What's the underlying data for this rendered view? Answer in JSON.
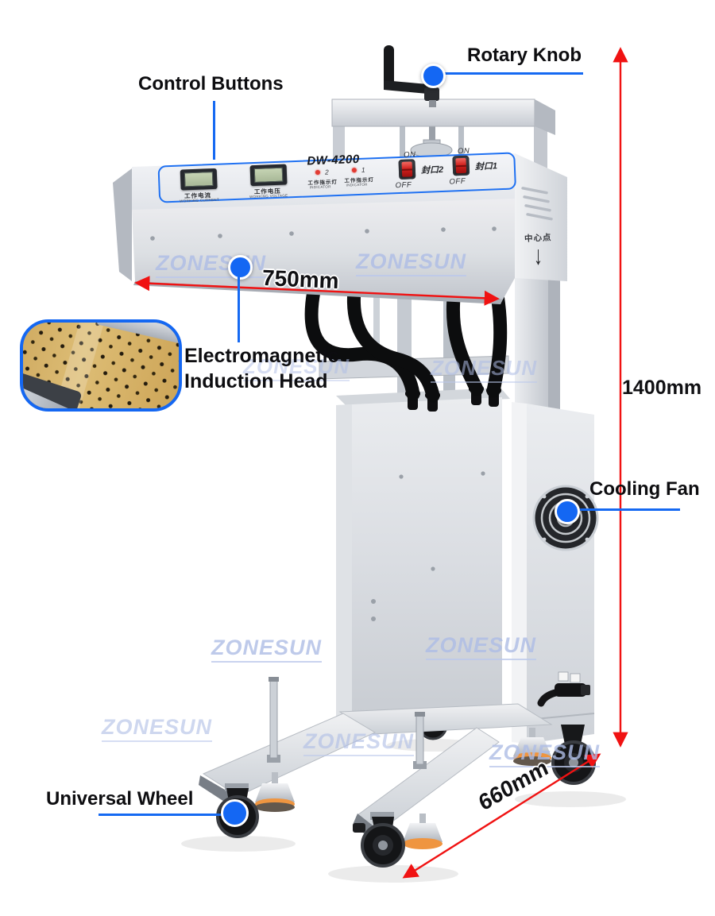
{
  "product": {
    "model": "DW-4200",
    "watermark": "ZONESUN"
  },
  "callouts": {
    "rotary_knob": "Rotary Knob",
    "control_buttons": "Control Buttons",
    "induction_head_line1": "Electromagnetic",
    "induction_head_line2": "Induction Head",
    "cooling_fan": "Cooling Fan",
    "universal_wheel": "Universal Wheel"
  },
  "dimensions": {
    "width": "750mm",
    "height": "1400mm",
    "depth": "660mm"
  },
  "panel": {
    "model": "DW-4200",
    "lcd_current": {
      "cn": "工作电流",
      "en": "WORKING CURRENT"
    },
    "lcd_voltage": {
      "cn": "工作电压",
      "en": "WORKING VOLTAGE"
    },
    "indicator_2": {
      "num": "2",
      "cn": "工作指示灯",
      "en": "INDICATOR"
    },
    "indicator_1": {
      "num": "1",
      "cn": "工作指示灯",
      "en": "INDICATOR"
    },
    "switch_2": {
      "on": "ON",
      "off": "OFF",
      "label": "封口2"
    },
    "switch_1": {
      "on": "ON",
      "off": "OFF",
      "label": "封口1"
    }
  },
  "markings": {
    "center_point": "中心点",
    "center_point_arrow": "↓"
  },
  "colors": {
    "callout_blue": "#1569f2",
    "dimension_red": "#f01212",
    "watermark_blue": "#aebde6"
  }
}
